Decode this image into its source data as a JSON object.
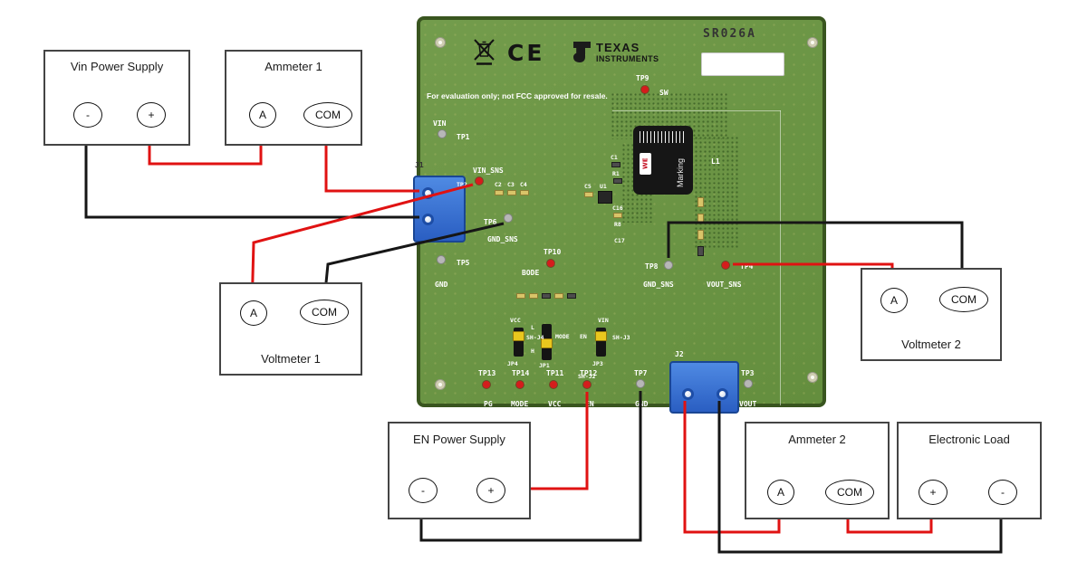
{
  "colors": {
    "wire_red": "#e01212",
    "wire_black": "#161616",
    "board_green": "#6b9348",
    "connector_blue": "#2f6fd6",
    "test_point_red": "#d51c1c"
  },
  "board": {
    "part_number": "SR026A",
    "disclaimer": "For evaluation only; not FCC approved for resale.",
    "logos": {
      "ce": "CE",
      "ti_top": "TEXAS",
      "ti_bottom": "INSTRUMENTS"
    },
    "inductor": {
      "ref": "L1",
      "marking": "Marking",
      "logo": "WE"
    },
    "silkscreen": {
      "vin": "VIN",
      "tp1": "TP1",
      "j1": "J1",
      "vin_sns": "VIN_SNS",
      "tp2": "TP2",
      "tp6": "TP6",
      "gnd_sns_left": "GND_SNS",
      "tp5": "TP5",
      "gnd_left": "GND",
      "tp10": "TP10",
      "bode": "BODE",
      "tp9": "TP9",
      "sw": "SW",
      "c1": "C1",
      "r1": "R1",
      "c2": "C2",
      "c3": "C3",
      "c4": "C4",
      "c5": "C5",
      "u1": "U1",
      "c16": "C16",
      "r8": "R8",
      "c17": "C17",
      "tp8": "TP8",
      "gnd_sns_right": "GND_SNS",
      "tp4": "TP4",
      "vout_sns": "VOUT_SNS",
      "vcc": "VCC",
      "sh_j4": "SH-J4",
      "jp4": "JP4",
      "l": "L",
      "h": "H",
      "mode_sel": "MODE",
      "jp1": "JP1",
      "en_sel": "EN",
      "vin_sel": "VIN",
      "sh_j3": "SH-J3",
      "jp3": "JP3",
      "sh_j2": "SH-J2",
      "tp13": "TP13",
      "pg": "PG",
      "tp14": "TP14",
      "mode": "MODE",
      "tp11": "TP11",
      "vcc_tp": "VCC",
      "tp12": "TP12",
      "en": "EN",
      "tp7": "TP7",
      "gnd": "GND",
      "j2": "J2",
      "tp3": "TP3",
      "vout": "VOUT"
    }
  },
  "instruments": {
    "vin_supply": {
      "title": "Vin Power Supply",
      "neg": "-",
      "pos": "+"
    },
    "ammeter1": {
      "title": "Ammeter 1",
      "a": "A",
      "com": "COM"
    },
    "voltmeter1": {
      "title": "Voltmeter 1",
      "a": "A",
      "com": "COM"
    },
    "voltmeter2": {
      "title": "Voltmeter 2",
      "a": "A",
      "com": "COM"
    },
    "en_supply": {
      "title": "EN Power Supply",
      "neg": "-",
      "pos": "+"
    },
    "ammeter2": {
      "title": "Ammeter 2",
      "a": "A",
      "com": "COM"
    },
    "load": {
      "title": "Electronic Load",
      "pos": "+",
      "neg": "-"
    }
  }
}
